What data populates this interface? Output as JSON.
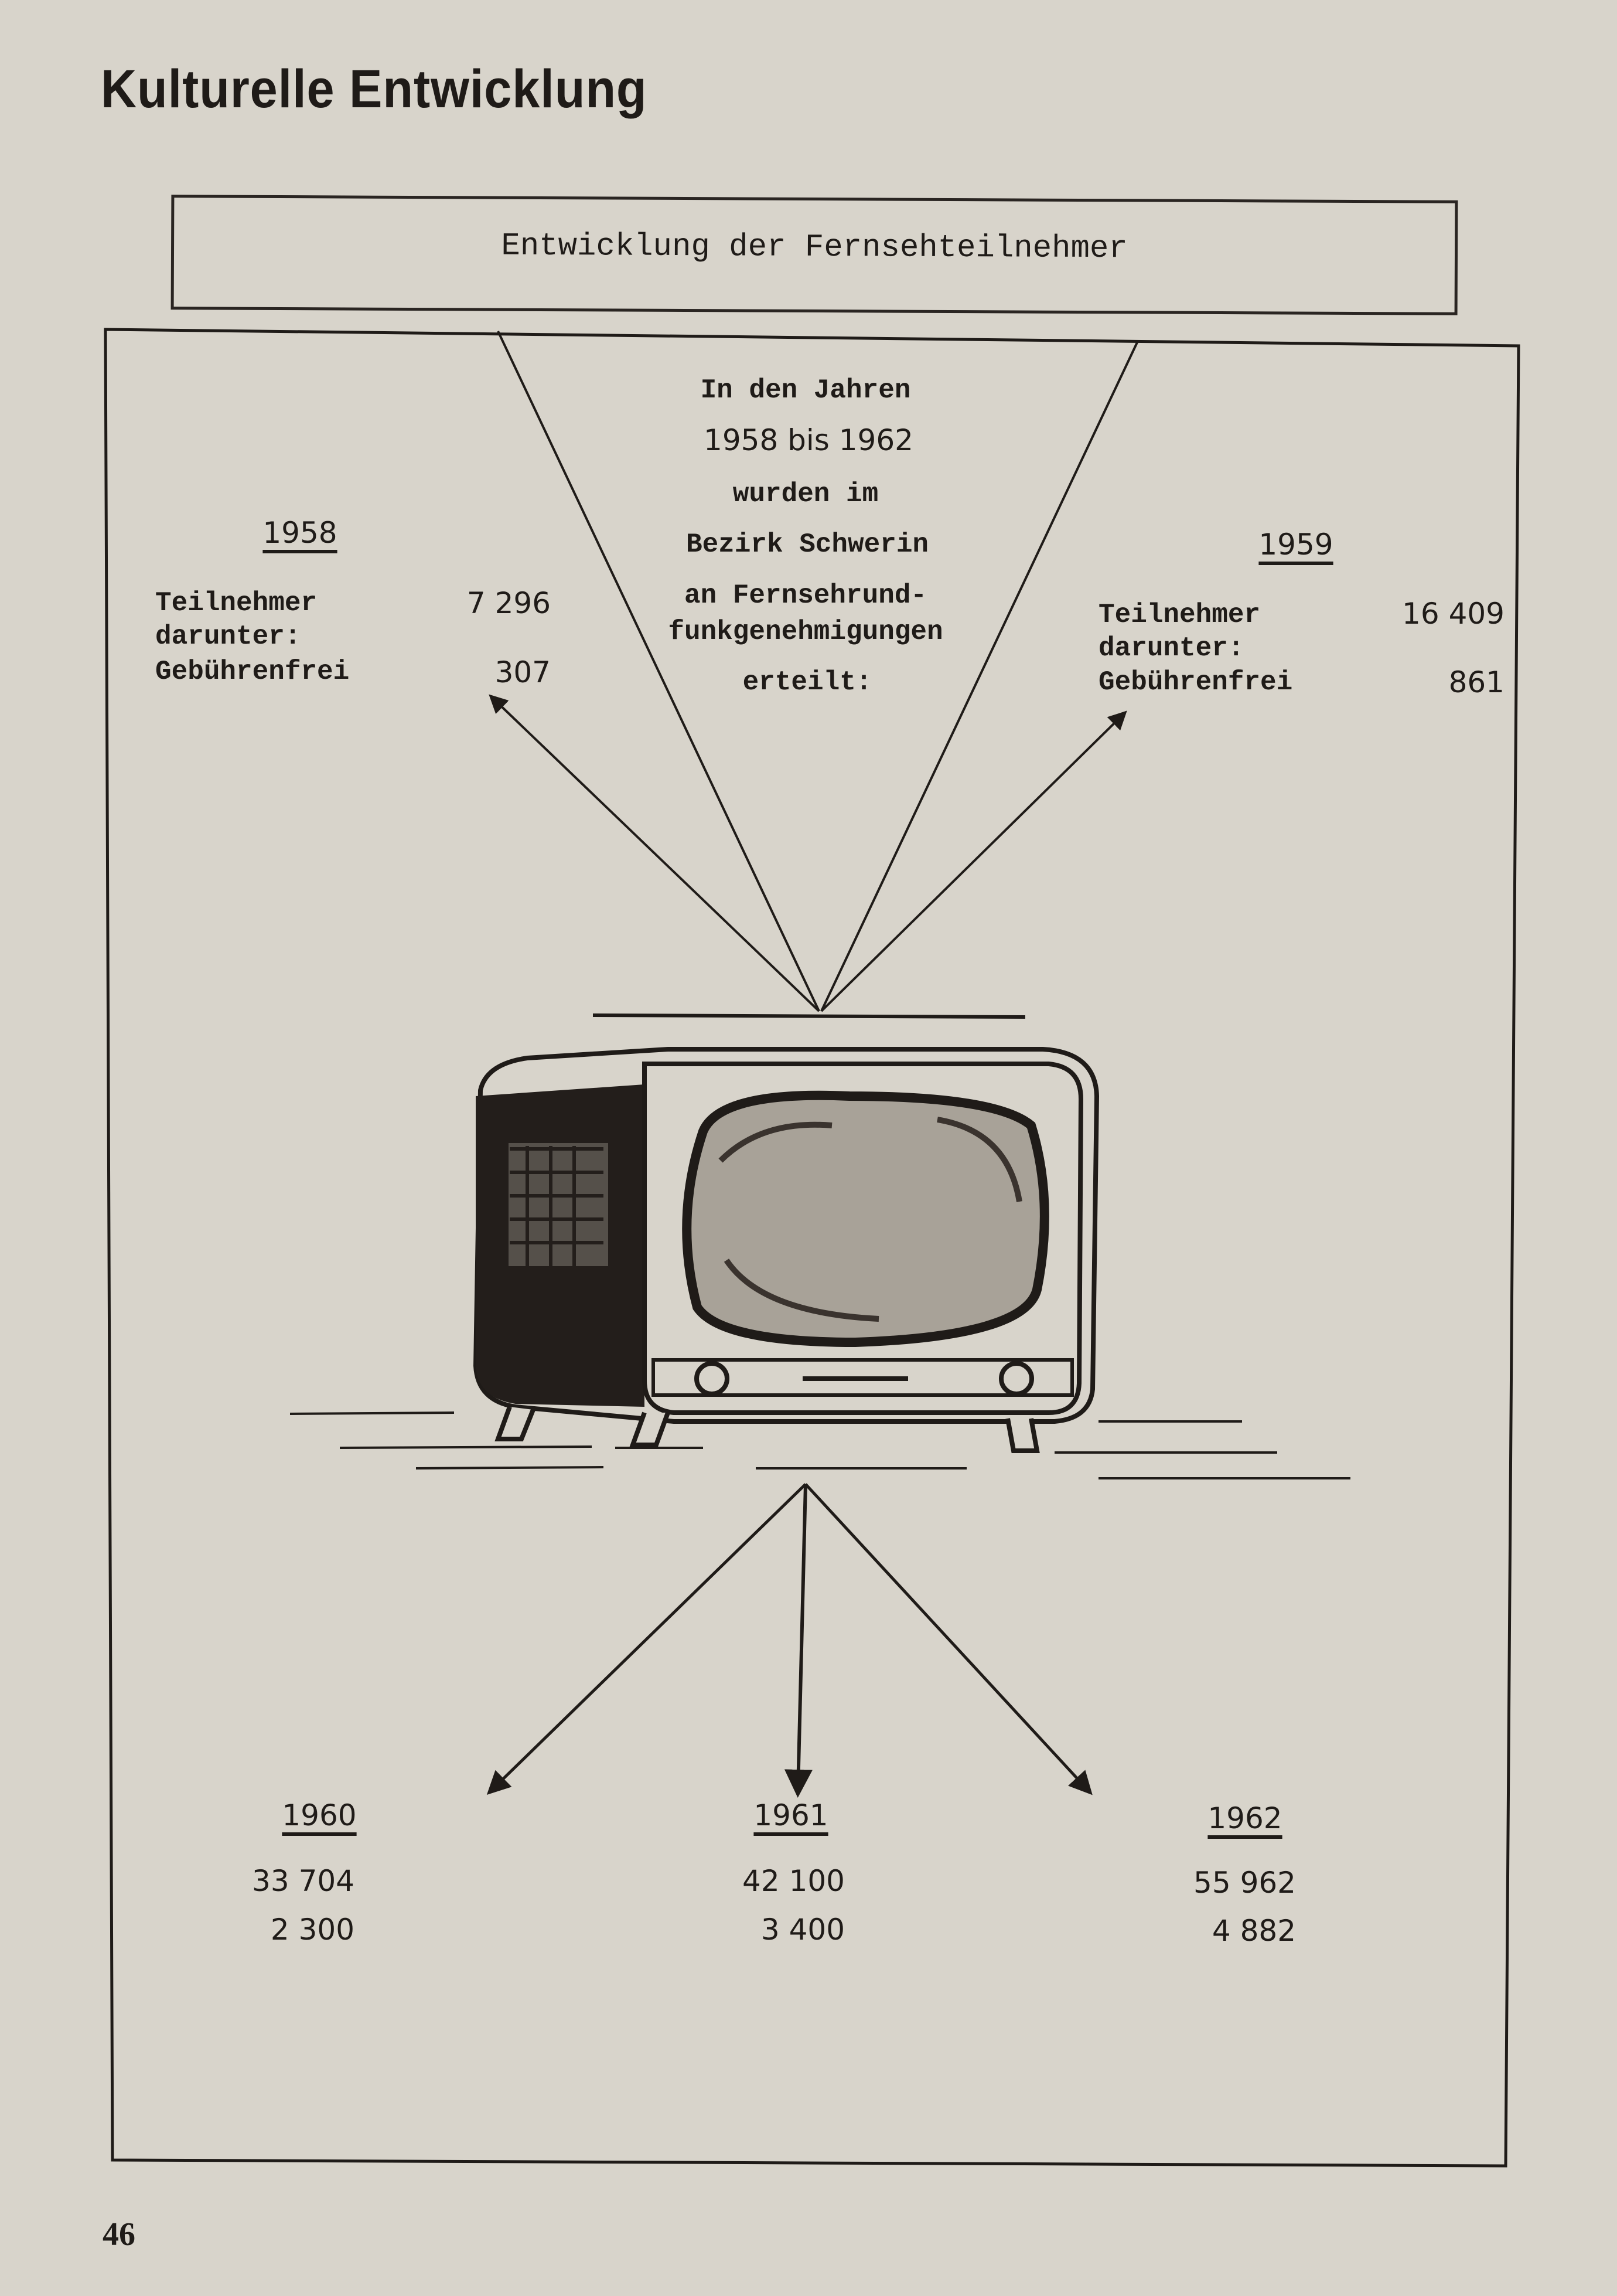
{
  "page": {
    "section_title": "Kulturelle Entwicklung",
    "page_number": "46"
  },
  "header": {
    "title": "Entwicklung der Fernsehteilnehmer"
  },
  "center_text": [
    "In den Jahren",
    "1958 bis 1962",
    "wurden im",
    "Bezirk Schwerin",
    "an Fernsehrund-",
    "funkgenehmigungen",
    "erteilt:"
  ],
  "labels": {
    "participants": "Teilnehmer",
    "among_them": "darunter:",
    "fee_exempt": "Gebührenfrei"
  },
  "years": [
    {
      "year": "1958",
      "participants": "7 296",
      "fee_exempt": "307"
    },
    {
      "year": "1959",
      "participants": "16 409",
      "fee_exempt": "861"
    },
    {
      "year": "1960",
      "participants": "33 704",
      "fee_exempt": "2 300"
    },
    {
      "year": "1961",
      "participants": "42 100",
      "fee_exempt": "3 400"
    },
    {
      "year": "1962",
      "participants": "55 962",
      "fee_exempt": "4 882"
    }
  ],
  "colors": {
    "paper": "#d8d4cb",
    "ink": "#1f1b18"
  }
}
